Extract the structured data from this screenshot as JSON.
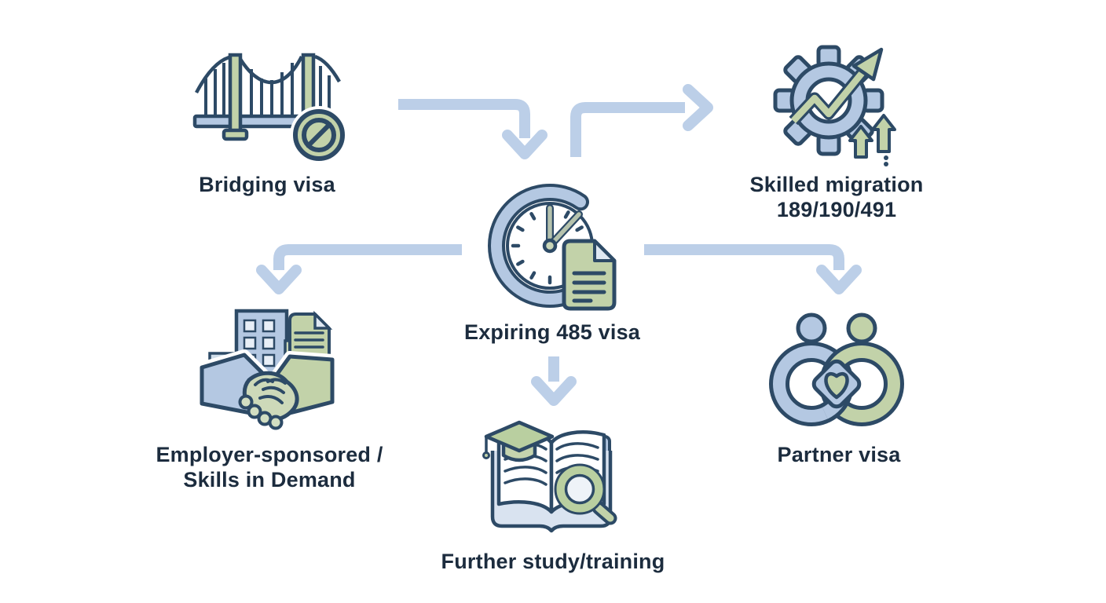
{
  "diagram": {
    "nodes": {
      "center": {
        "label": "Expiring 485 visa",
        "icon": "clock-document-icon"
      },
      "bridging": {
        "label": "Bridging visa",
        "icon": "bridge-no-entry-icon"
      },
      "skilled": {
        "lines": [
          "Skilled migration",
          "189/190/491"
        ],
        "icon": "gear-growth-arrow-icon"
      },
      "employer": {
        "lines": [
          "Employer-sponsored /",
          "Skills in Demand"
        ],
        "icon": "handshake-buildings-document-icon"
      },
      "study": {
        "label": "Further study/training",
        "icon": "open-book-gradcap-magnifier-icon"
      },
      "partner": {
        "label": "Partner visa",
        "icon": "interlocked-partners-heart-icon"
      }
    },
    "connections": [
      {
        "from": "bridging",
        "to": "center"
      },
      {
        "from": "center",
        "to": "skilled"
      },
      {
        "from": "center",
        "to": "employer"
      },
      {
        "from": "center",
        "to": "partner"
      },
      {
        "from": "center",
        "to": "study"
      }
    ],
    "palette": {
      "background": "#ffffff",
      "arrow_blue": "#bccfe8",
      "icon_blue": "#b4c8e2",
      "icon_green": "#c2d2a9",
      "icon_pale_blue": "#d9e3f0",
      "outline_navy": "#2d4a66",
      "label_text": "#1c2c3e"
    }
  }
}
